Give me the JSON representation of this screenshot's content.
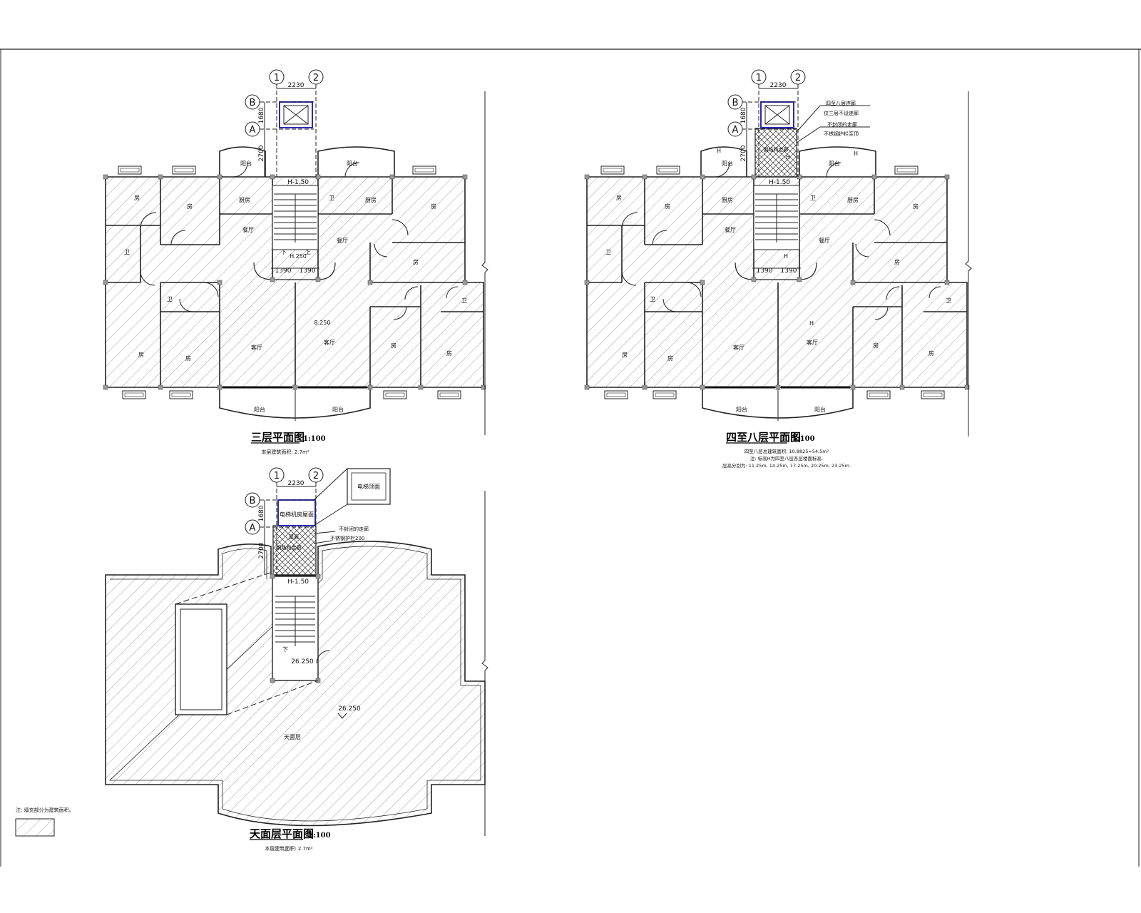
{
  "frame": {
    "border_color": "#222222",
    "hatch_color": "#8a8a8a",
    "elevator_color": "#2b2bb0"
  },
  "plans": {
    "p3": {
      "title": "三层平面图",
      "scale": "1:100",
      "note": "本层建筑面积: 2.7m²",
      "axes": {
        "a1": "1",
        "a2": "2",
        "ab": "B",
        "aa": "A"
      },
      "dims": {
        "d2230": "2230",
        "d1680": "1680",
        "d2700": "2700",
        "d1390a": "1390",
        "d1390b": "1390"
      },
      "levels": {
        "h150": "H-1.50",
        "h250": "H.250",
        "h2250": "8.250"
      },
      "stair_down": "下",
      "stair_up": "上",
      "rooms": {
        "r1": "房",
        "r2": "房",
        "r3": "厨房",
        "r4": "餐厅",
        "r5": "卫",
        "r6": "卫",
        "r7": "厨房",
        "r8": "房",
        "r9": "餐厅",
        "r10": "房",
        "r11": "卫",
        "r12": "卫",
        "r13": "房",
        "r14": "房",
        "r15": "客厅",
        "r16": "客厅",
        "r17": "房",
        "r18": "房",
        "r19": "阳台",
        "r20": "阳台",
        "r21": "阳台",
        "r22": "阳台"
      }
    },
    "p4": {
      "title": "四至八层平面图",
      "scale": "1:100",
      "note1": "四至八层总建筑面积: 10.8825=54.5m²",
      "note2": "注: 标高H为四至八层各层楼面标高.",
      "note3": "层高分别为: 11.25m, 14.25m, 17.25m, 20.25m, 23.25m.",
      "axes": {
        "a1": "1",
        "a2": "2",
        "ab": "B",
        "aa": "A"
      },
      "dims": {
        "d2230": "2230",
        "d1680": "1680",
        "d2700": "2700",
        "d1390a": "1390",
        "d1390b": "1390"
      },
      "levels": {
        "h150": "H-1.50",
        "hh1": "H",
        "hh2": "H",
        "hh3": "H",
        "hh4": "H",
        "hh5": "H"
      },
      "callouts": {
        "c1": "四至八层连廊",
        "c2": "仅三层不设连廊",
        "c3": "不封闭的走廊",
        "c4": "不锈钢护栏至顶"
      },
      "corridor": "钢结构走廊",
      "rooms": {
        "r1": "房",
        "r2": "房",
        "r3": "厨房",
        "r4": "餐厅",
        "r5": "卫",
        "r6": "卫",
        "r7": "厨房",
        "r8": "房",
        "r9": "餐厅",
        "r10": "房",
        "r11": "卫",
        "r12": "卫",
        "r13": "房",
        "r14": "房",
        "r15": "客厅",
        "r16": "客厅",
        "r17": "房",
        "r18": "房",
        "r19": "阳台",
        "r20": "阳台",
        "r21": "阳台",
        "r22": "阳台"
      }
    },
    "pt": {
      "title": "天面层平面图",
      "scale": "1:100",
      "note": "本层建筑面积: 2.7m²",
      "axes": {
        "a1": "1",
        "a2": "2",
        "ab": "B",
        "aa": "A"
      },
      "dims": {
        "d2230": "2230",
        "d1680": "1680",
        "d2700": "2700"
      },
      "levels": {
        "h150": "H-1.50",
        "l1": "26.250",
        "l2": "26.250"
      },
      "stair_down": "下",
      "elev_room": "电梯机房屋面",
      "elev_roof": "电梯顶面",
      "corridor": "钢结构走廊",
      "roof_label": "屋面",
      "callouts": {
        "c1": "不封闭的走廊",
        "c2": "不锈钢护栏200"
      },
      "rooftop": "天面层"
    }
  },
  "legend": {
    "note": "注: 填充部分为建筑面积。"
  }
}
